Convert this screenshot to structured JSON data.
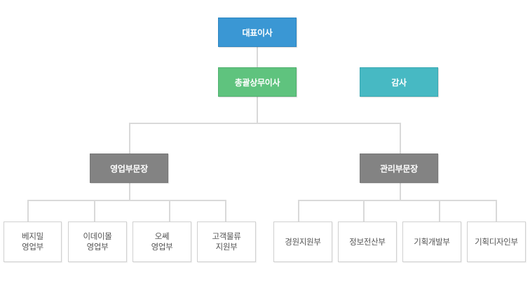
{
  "org": {
    "ceo": "대표이사",
    "coo": "총괄상무이사",
    "audit": "감사",
    "sales_head": "영업부문장",
    "admin_head": "관리부문장",
    "sales_teams": [
      "베지밀\n영업부",
      "이데이몰\n영업부",
      "오쎄\n영업부",
      "고객물류\n지원부"
    ],
    "admin_teams": [
      "경원지원부",
      "정보전산부",
      "기획개발부",
      "기획디자인부"
    ]
  },
  "colors": {
    "ceo": "#3a97d4",
    "coo": "#5fc37e",
    "audit": "#47b9c3",
    "division_head": "#838383",
    "connector": "#d9d9d9"
  }
}
